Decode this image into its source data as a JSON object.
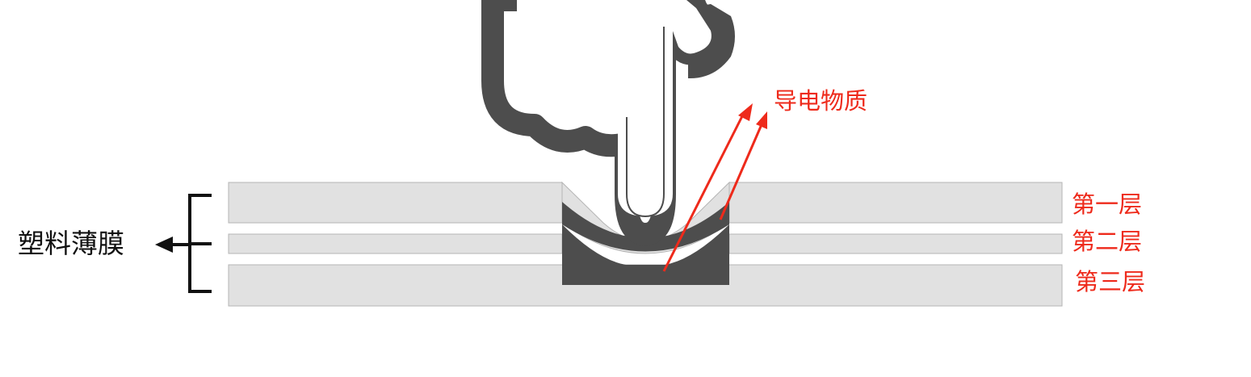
{
  "labels": {
    "plastic_film": "塑料薄膜",
    "conductive_material": "导电物质",
    "layer1": "第一层",
    "layer2": "第二层",
    "layer3": "第三层"
  },
  "colors": {
    "annotation": "#ee2a1b",
    "hand": "#4d4d4d",
    "film_fill": "#e1e1e1",
    "film_stroke": "#b5b5b5",
    "bracket": "#111111"
  },
  "icons": {
    "hand": "pointing-hand-icon",
    "arrow": "arrow-left-icon"
  }
}
